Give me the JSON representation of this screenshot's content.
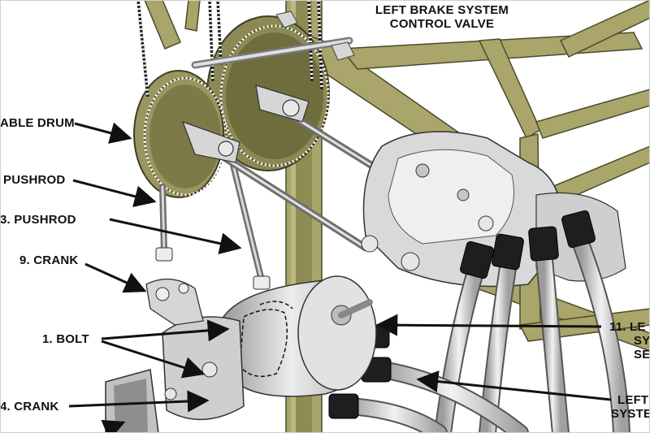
{
  "labels": {
    "control_valve_line1": "LEFT BRAKE SYSTEM",
    "control_valve_line2": "CONTROL VALVE",
    "cable_drum": "ABLE DRUM",
    "pushrod_upper": "PUSHROD",
    "pushrod_lower": "3.  PUSHROD",
    "crank_9": "9.  CRANK",
    "bolt": "1.  BOLT",
    "crank_4": "4.  CRANK",
    "part_11_line1": "11.  LE",
    "part_11_line2": "SY",
    "part_11_line3": "SE",
    "system_line1": "LEFT",
    "system_line2": "SYSTE"
  },
  "colors": {
    "structure_olive": "#a9a56b",
    "structure_dark": "#6f6c3e",
    "metal_light": "#e6e6e6",
    "metal_mid": "#bdbdbd",
    "metal_dark": "#8c8c8c",
    "connector_black": "#1e1e1e",
    "leader_line": "#111111"
  }
}
